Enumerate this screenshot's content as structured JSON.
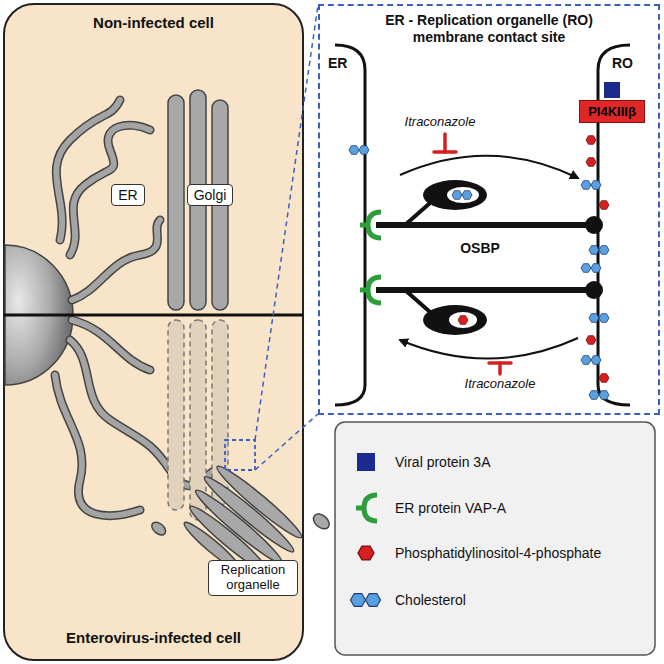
{
  "diagram": {
    "nodes": [
      {
        "text": [
          "Non-infected cell",
          "Enterovirus-infected cell"
        ]
      },
      {
        "text": [
          "ER"
        ],
        "in": 0
      },
      {
        "text": [
          "Golgi"
        ],
        "in": 0
      },
      {
        "text": [
          "Replication organelle"
        ],
        "in": 0
      },
      {
        "text": [
          "ER - Replication organelle (RO) membrane contact site"
        ]
      },
      {
        "text": [
          "PI4KIIIβ"
        ],
        "in": 4
      }
    ],
    "labels": [
      "ER",
      "RO",
      "OSBP",
      "Itraconazole",
      "Itraconazole"
    ],
    "legend": [
      {
        "text": "Viral protein 3A",
        "color": "#1b2a8f"
      },
      {
        "text": "ER protein VAP-A"
      },
      {
        "text": "Phosphatidylinositol-4-phosphate"
      },
      {
        "text": "Cholesterol"
      }
    ]
  }
}
